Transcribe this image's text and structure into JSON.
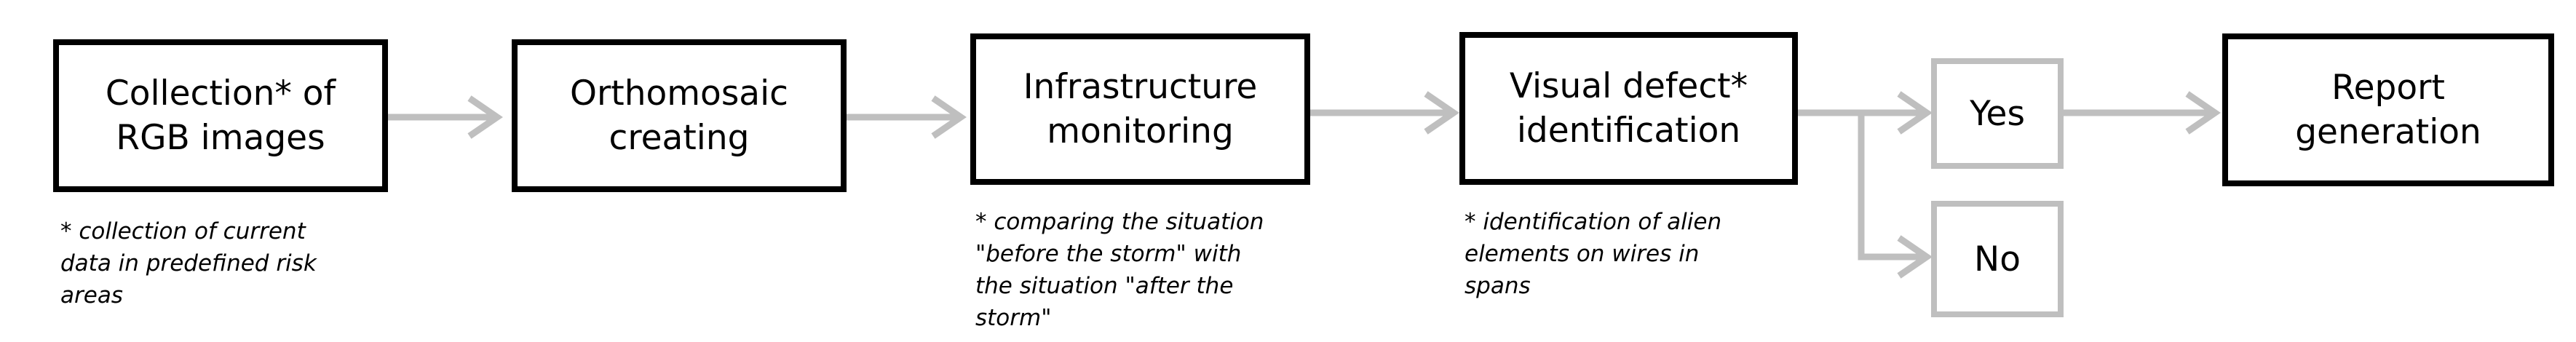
{
  "colors": {
    "box_border": "#000000",
    "branch_border": "#bfbfbf",
    "connector": "#bfbfbf",
    "text": "#000000",
    "background": "#ffffff"
  },
  "steps": [
    {
      "label": "Collection* of\nRGB images",
      "note": "* collection of current\ndata in predefined risk\nareas"
    },
    {
      "label": "Orthomosaic\ncreating",
      "note": ""
    },
    {
      "label": "Infrastructure\nmonitoring",
      "note": "* comparing the situation\n\"before the storm\" with\nthe situation \"after the\nstorm\""
    },
    {
      "label": "Visual defect*\nidentification",
      "note": "* identification of alien\nelements on wires in\nspans"
    }
  ],
  "decision": {
    "yes_label": "Yes",
    "no_label": "No"
  },
  "result": {
    "label": "Report\ngeneration"
  }
}
